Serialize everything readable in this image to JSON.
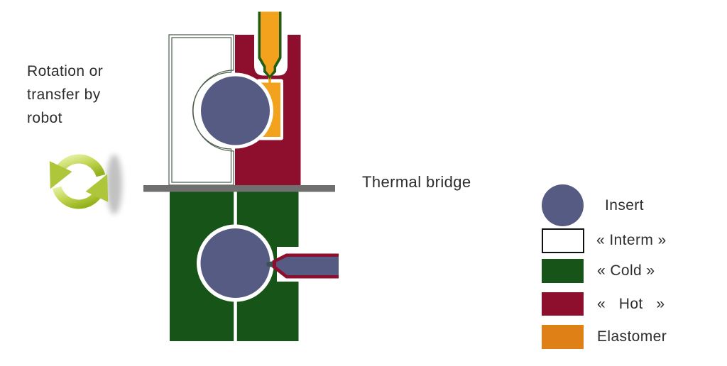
{
  "diagram": {
    "rotation_label": "Rotation or\ntransfer by\nrobot",
    "thermal_bridge_label": "Thermal bridge",
    "icons": {
      "rotation_cycle_icon": "circular rotation arrows"
    }
  },
  "legend": {
    "items": [
      {
        "name": "insert",
        "shape": "circle",
        "color": "#565b83",
        "label": "Insert"
      },
      {
        "name": "interm",
        "shape": "rect",
        "color": "#ffffff",
        "label": "« Interm »"
      },
      {
        "name": "cold",
        "shape": "rect",
        "color": "#175418",
        "label": "« Cold »"
      },
      {
        "name": "hot",
        "shape": "rect",
        "color": "#8e0e2e",
        "label": "«   Hot   »"
      },
      {
        "name": "elastomer",
        "shape": "rect",
        "color": "#df8016",
        "label": "Elastomer"
      }
    ]
  },
  "colors": {
    "insert": "#565b83",
    "interm_outline": "#4d5e4d",
    "cold_mold": "#175418",
    "hot_mold": "#8e0e2e",
    "elastomer_bright": "#f2a21c",
    "nozzle_outline_green": "#215d12",
    "thermal_bridge_bar": "#6f6f6f",
    "rotation_arrow_green": "#b3ca3c",
    "text": "#2d2d2d"
  }
}
